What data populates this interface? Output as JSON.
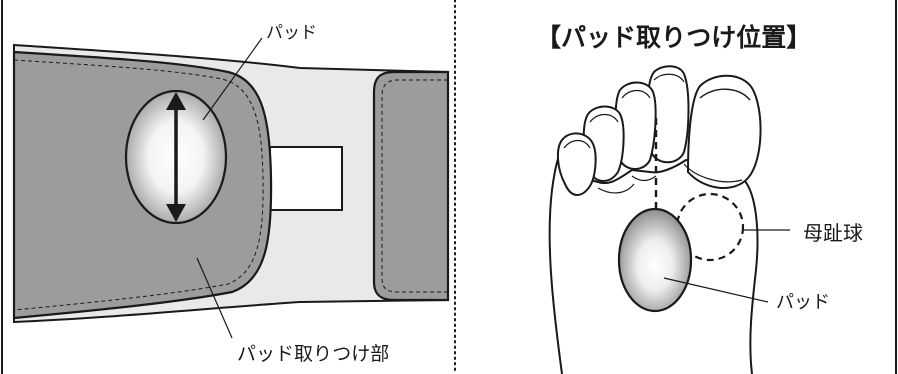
{
  "left_panel": {
    "pad_label": "パッド",
    "attach_label": "パッド取りつけ部"
  },
  "right_panel": {
    "title": "【パッド取りつけ位置】",
    "ball_label": "母趾球",
    "pad_label": "パッド"
  },
  "colors": {
    "band_gray": "#9c9c9c",
    "band_light": "#e9e9e9",
    "outline": "#1a1a1a",
    "pad_center": "#ffffff",
    "pad_edge": "#8a8a8a"
  }
}
